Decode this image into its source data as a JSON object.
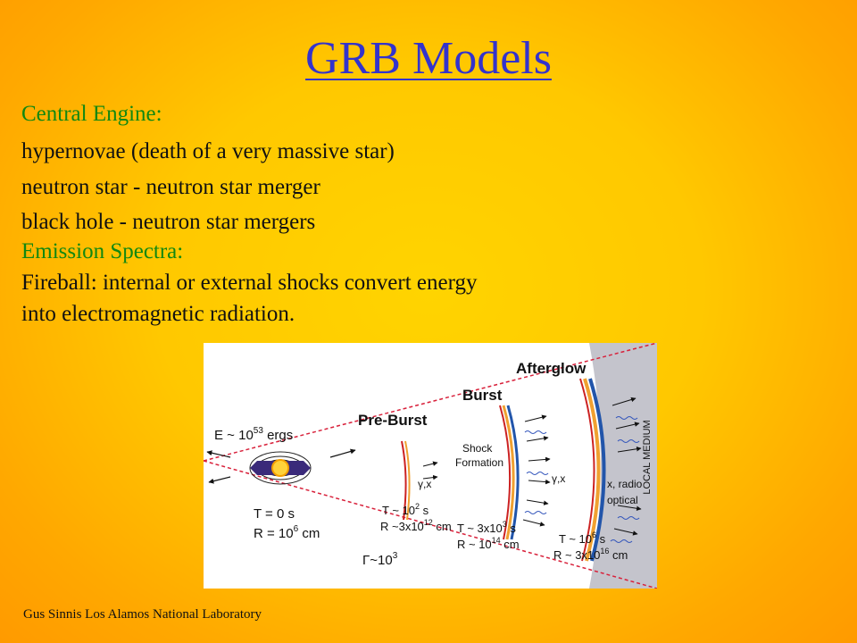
{
  "slide": {
    "title": "GRB Models",
    "central_engine_heading": "Central Engine:",
    "engine_items": [
      "hypernovae (death of a very massive star)",
      "neutron star - neutron star merger",
      "black hole - neutron  star mergers"
    ],
    "emission_heading": "Emission Spectra:",
    "emission_lines": [
      "Fireball: internal or external shocks convert energy",
      "into electromagnetic radiation."
    ],
    "footer": "Gus Sinnis Los Alamos National Laboratory"
  },
  "diagram": {
    "energy_label": "E ~ 10",
    "energy_exp": "53",
    "energy_unit": " ergs",
    "t0_label": "T = 0 s",
    "r0_label": "R = 10",
    "r0_exp": "6",
    "r0_unit": " cm",
    "preburst_label": "Pre-Burst",
    "preburst_gamma": "γ,x",
    "preburst_t": "T ~ 10",
    "preburst_t_exp": "2",
    "preburst_t_unit": " s",
    "preburst_r": "R ~3x10",
    "preburst_r_exp": "12",
    "preburst_r_unit": " cm",
    "gamma_factor": "Γ~10",
    "gamma_factor_exp": "3",
    "burst_label": "Burst",
    "shock_label_1": "Shock",
    "shock_label_2": "Formation",
    "burst_gamma": "γ,x",
    "burst_t": "T ~ 3x10",
    "burst_t_exp": "3",
    "burst_t_unit": " s",
    "burst_r": "R ~ 10",
    "burst_r_exp": "14",
    "burst_r_unit": " cm",
    "afterglow_label": "Afterglow",
    "afterglow_xradio": "x, radio",
    "afterglow_optical": "optical",
    "afterglow_t": "T ~ 10",
    "afterglow_t_exp": "6",
    "afterglow_t_unit": " s",
    "afterglow_r": "R ~ 3x10",
    "afterglow_r_exp": "16",
    "afterglow_r_unit": " cm",
    "medium_label": "LOCAL MEDIUM",
    "colors": {
      "cone_line": "#d8203a",
      "shell_red": "#cc2222",
      "shell_orange": "#f0a030",
      "shell_blue": "#2255aa",
      "medium_bg": "#c4c4cc"
    }
  }
}
